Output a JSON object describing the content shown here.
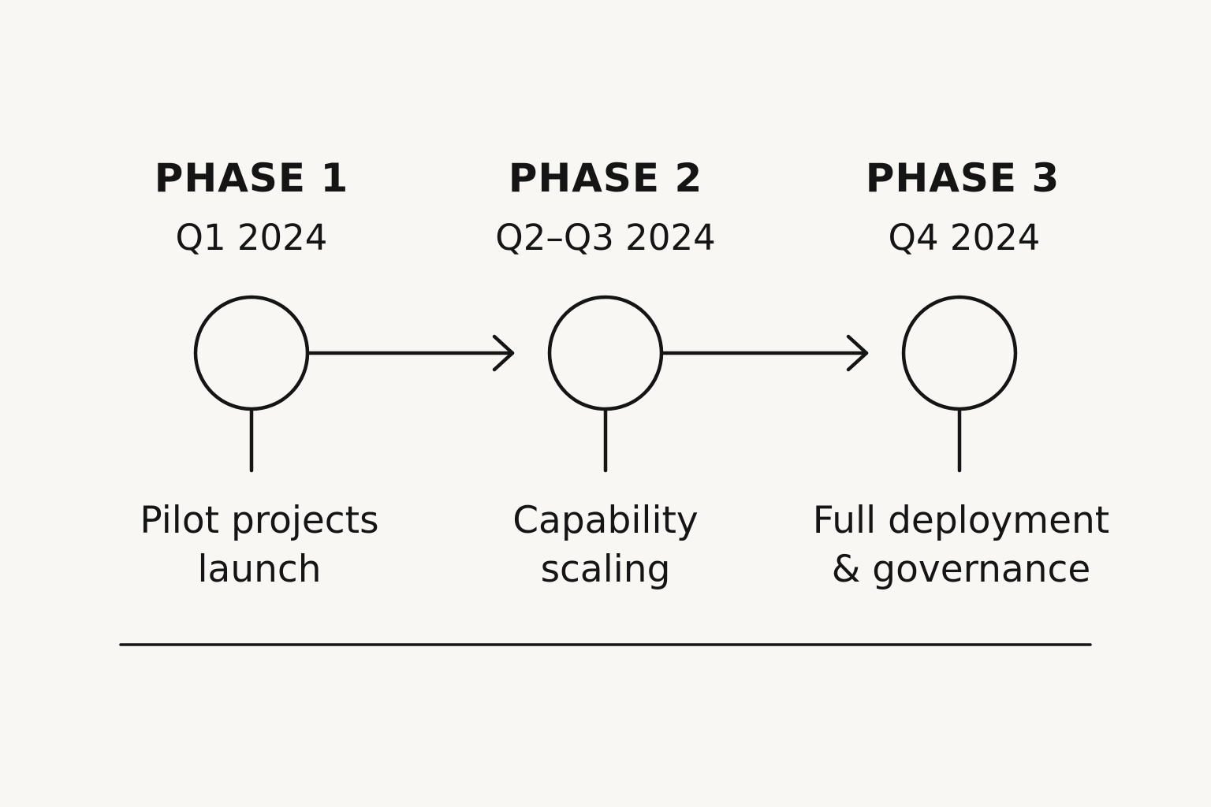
{
  "colors": {
    "background": "#f9f7f3",
    "ink": "#151515"
  },
  "phases": [
    {
      "title": "PHASE 1",
      "period": "Q1 2024",
      "description_line1": "Pilot projects",
      "description_line2": "launch"
    },
    {
      "title": "PHASE 2",
      "period": "Q2–Q3 2024",
      "description_line1": "Capability",
      "description_line2": "scaling"
    },
    {
      "title": "PHASE 3",
      "period": "Q4 2024",
      "description_line1": "Full deployment",
      "description_line2": "& governance"
    }
  ]
}
